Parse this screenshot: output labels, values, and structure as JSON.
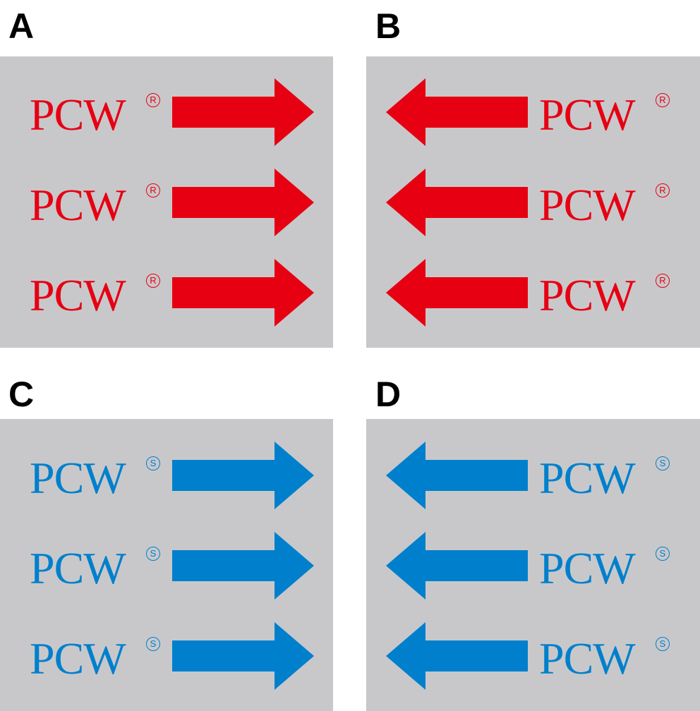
{
  "colors": {
    "red": "#e60012",
    "blue": "#0080cc",
    "panel_bg": "#c8c8cb"
  },
  "panels": [
    {
      "letter": "A",
      "text": "PCW",
      "mark": "R",
      "direction": "right",
      "color": "#e60012"
    },
    {
      "letter": "B",
      "text": "PCW",
      "mark": "R",
      "direction": "left",
      "color": "#e60012"
    },
    {
      "letter": "C",
      "text": "PCW",
      "mark": "S",
      "direction": "right",
      "color": "#0080cc"
    },
    {
      "letter": "D",
      "text": "PCW",
      "mark": "S",
      "direction": "left",
      "color": "#0080cc"
    }
  ]
}
